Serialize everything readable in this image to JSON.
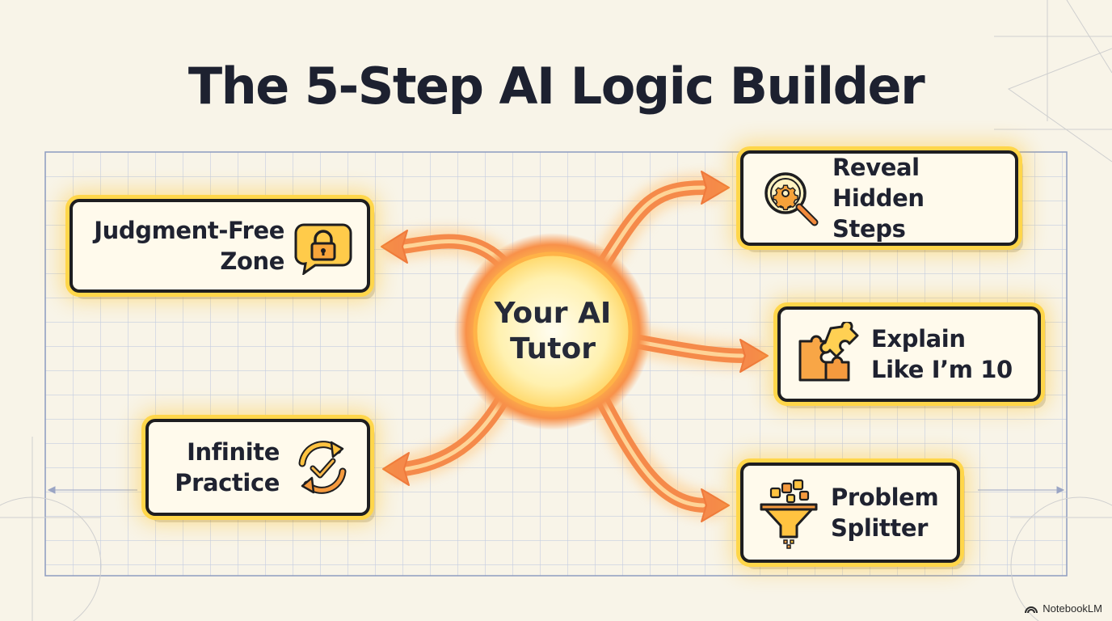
{
  "title": "The 5-Step AI Logic Builder",
  "hub": {
    "line1": "Your AI",
    "line2": "Tutor"
  },
  "nodes": {
    "judgment_free": {
      "line1": "Judgment-Free",
      "line2": "Zone",
      "icon": "padlock-speech-bubble-icon"
    },
    "reveal_steps": {
      "line1": "Reveal",
      "line2": "Hidden Steps",
      "icon": "magnifier-gear-icon"
    },
    "explain": {
      "line1": "Explain",
      "line2": "Like I’m 10",
      "icon": "puzzle-pieces-icon"
    },
    "practice": {
      "line1": "Infinite",
      "line2": "Practice",
      "icon": "refresh-check-icon"
    },
    "splitter": {
      "line1": "Problem",
      "line2": "Splitter",
      "icon": "funnel-icon"
    }
  },
  "branding": {
    "label": "NotebookLM",
    "icon": "notebooklm-logo-icon"
  },
  "colors": {
    "ink": "#1d2130",
    "card_fill": "#fffaec",
    "card_glow": "#ffd64a",
    "flow_orange": "#f6894a",
    "hub_core": "#fff4b8",
    "grid": "#b9c4da"
  }
}
